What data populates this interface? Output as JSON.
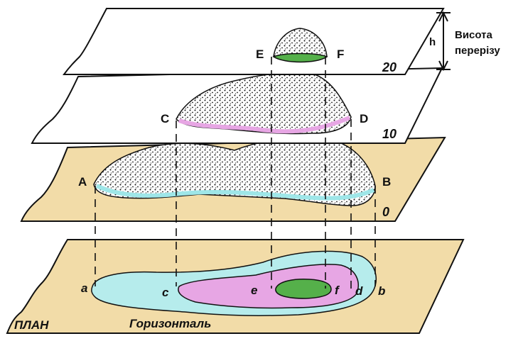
{
  "colors": {
    "plane_base": "#f2dca8",
    "plane_white": "#ffffff",
    "level_0": "#b6ecec",
    "level_10": "#e7a6e4",
    "level_20": "#55b04a",
    "outline": "#111111"
  },
  "planes": [
    {
      "level_label": "20",
      "points": [
        "E",
        "F"
      ]
    },
    {
      "level_label": "10",
      "points": [
        "C",
        "D"
      ]
    },
    {
      "level_label": "0",
      "points": [
        "A",
        "B"
      ]
    }
  ],
  "plan_points": [
    "a",
    "c",
    "e",
    "f",
    "d",
    "b"
  ],
  "height_marker": {
    "symbol": "h",
    "caption_line1": "Висота",
    "caption_line2": "перерізу"
  },
  "plan_label": "ПЛАН",
  "contour_label": "Горизонталь"
}
